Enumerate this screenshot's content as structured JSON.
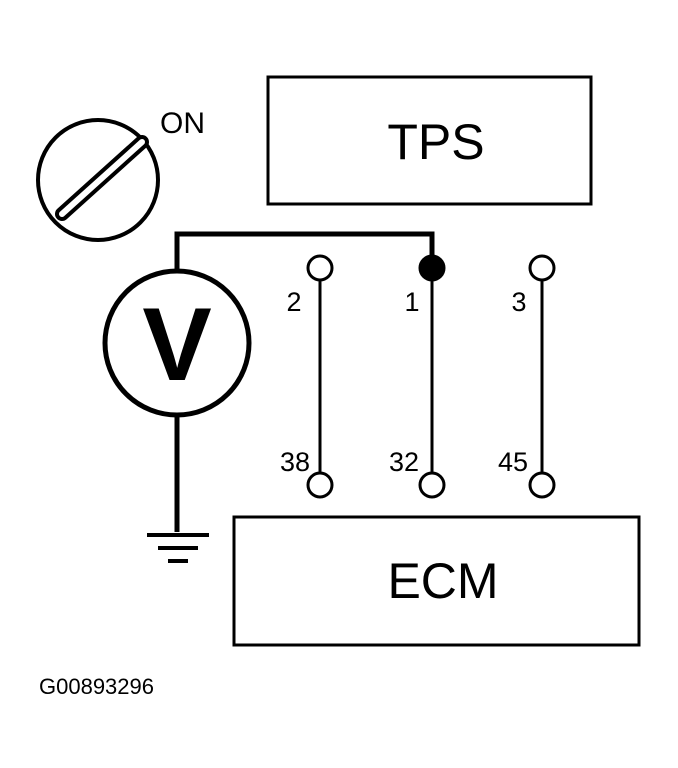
{
  "ignition": {
    "state_label": "ON"
  },
  "components": {
    "sensor_label": "TPS",
    "module_label": "ECM",
    "meter_symbol": "V"
  },
  "terminals": {
    "sensor": [
      "2",
      "1",
      "3"
    ],
    "module": [
      "38",
      "32",
      "45"
    ]
  },
  "figure_id": "G00893296",
  "colors": {
    "line": "#000000",
    "background": "#ffffff"
  }
}
